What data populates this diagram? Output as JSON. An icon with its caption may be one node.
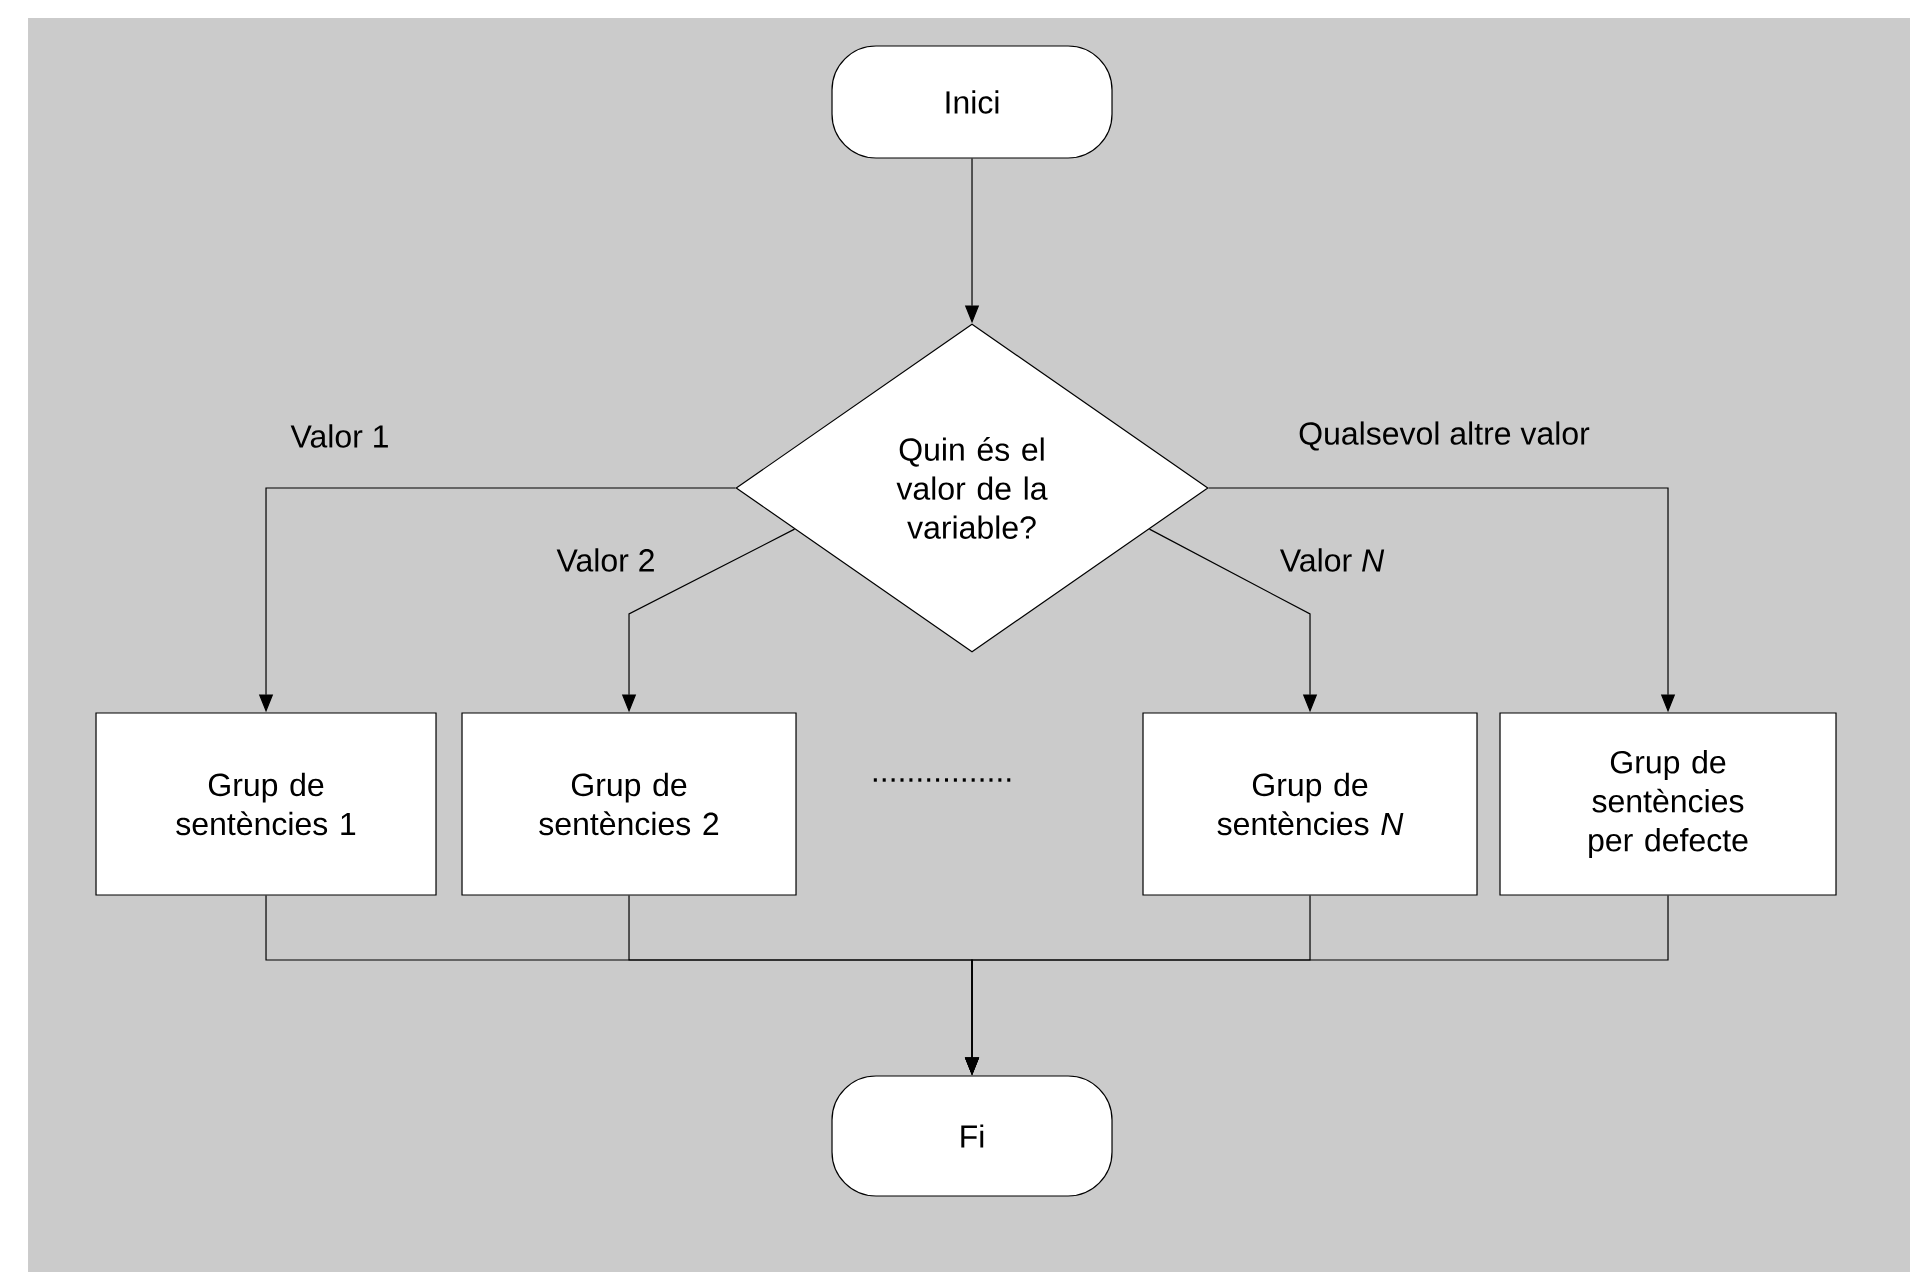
{
  "diagram": {
    "nodes": [
      {
        "text": [
          "Inici"
        ]
      },
      {
        "text": [
          "Quin és el valor de la variable?"
        ]
      },
      {
        "text": [
          "Grup de sentències 1"
        ]
      },
      {
        "text": [
          "Grup de sentències 2"
        ]
      },
      {
        "text": [
          "Grup de sentències *N*"
        ]
      },
      {
        "text": [
          "Grup de sentències per defecte"
        ]
      },
      {
        "text": [
          "Fi"
        ]
      }
    ],
    "edges": [
      {
        "from": 0,
        "to": 1,
        "arrow": "to"
      },
      {
        "from": 1,
        "to": 2,
        "arrow": "to",
        "label": "Valor 1"
      },
      {
        "from": 1,
        "to": 3,
        "arrow": "to",
        "label": "Valor 2"
      },
      {
        "from": 1,
        "to": 4,
        "arrow": "to",
        "label": "Valor *N*"
      },
      {
        "from": 1,
        "to": 5,
        "arrow": "to",
        "label": "Qualsevol altre valor"
      },
      {
        "from": 2,
        "to": 6,
        "arrow": "to"
      },
      {
        "from": 3,
        "to": 6,
        "arrow": "to"
      },
      {
        "from": 4,
        "to": 6,
        "arrow": "to"
      },
      {
        "from": 5,
        "to": 6,
        "arrow": "to"
      }
    ],
    "labels": [
      "................"
    ]
  }
}
